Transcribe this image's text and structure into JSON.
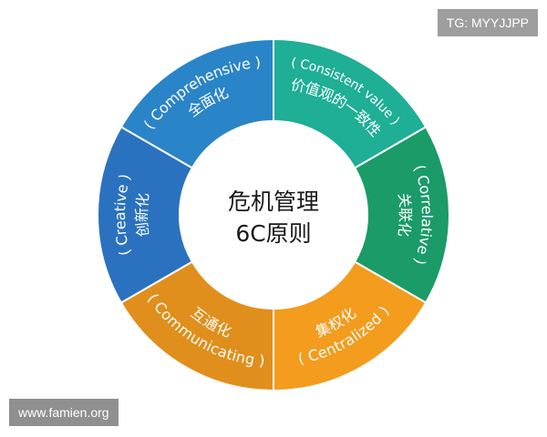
{
  "center": {
    "line1": "危机管理",
    "line2": "6C原则"
  },
  "segments": [
    {
      "en": "Comprehensive",
      "zh": "全面化",
      "color": "#2a84c8"
    },
    {
      "en": "Consistent value",
      "zh": "价值观的一致性",
      "color": "#1fae96"
    },
    {
      "en": "Correlative",
      "zh": "关联化",
      "color": "#1b9b67"
    },
    {
      "en": "Centralized",
      "zh": "集权化",
      "color": "#f39c1e"
    },
    {
      "en": "Communicating",
      "zh": "互通化",
      "color": "#e08f1c"
    },
    {
      "en": "Creative",
      "zh": "创新化",
      "color": "#2a72bf"
    }
  ],
  "watermarks": {
    "tg": "TG: MYYJJPP",
    "site": "www.famien.org"
  }
}
